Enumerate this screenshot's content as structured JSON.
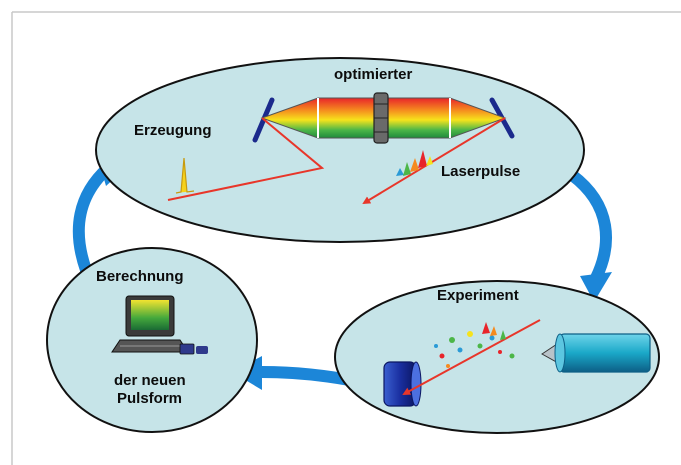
{
  "diagram": {
    "stages": {
      "generation": {
        "label_top": "optimierter",
        "label_left": "Erzeugung",
        "label_right": "Laserpulse"
      },
      "experiment": {
        "label": "Experiment"
      },
      "calculation": {
        "label_top": "Berechnung",
        "label_bottom_1": "der neuen",
        "label_bottom_2": "Pulsform"
      }
    },
    "colors": {
      "ellipse_fill": "#c6e4e8",
      "ellipse_stroke": "#111111",
      "cycle_arrow": "#1c86d8",
      "laser_beam": "#e8362a",
      "mirror": "#1b2a8c",
      "cylinder": "#1aa8c8",
      "frame": "#c8c8c8"
    }
  }
}
